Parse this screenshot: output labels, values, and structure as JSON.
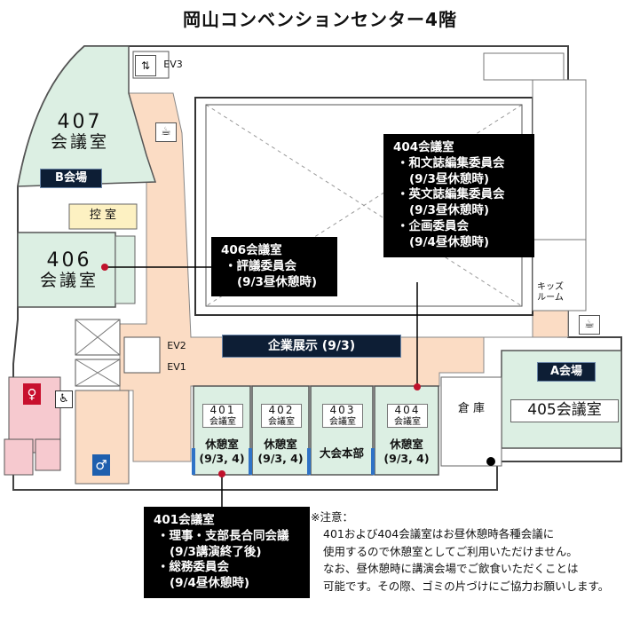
{
  "title": "岡山コンベンションセンター4階",
  "rooms": {
    "r407": {
      "line1": "407",
      "line2": "会議室",
      "hall_tag": "B会場"
    },
    "r406": {
      "line1": "406",
      "line2": "会議室"
    },
    "hikae": "控 室",
    "r405": {
      "label": "405会議室",
      "hall_tag": "A会場"
    },
    "r401": {
      "line1": "401",
      "line2": "会議室",
      "rest1": "休憩室",
      "rest2": "(9/3, 4)"
    },
    "r402": {
      "line1": "402",
      "line2": "会議室",
      "rest1": "休憩室",
      "rest2": "(9/3, 4)"
    },
    "r403": {
      "line1": "403",
      "line2": "会議室",
      "hq": "大会本部"
    },
    "r404": {
      "line1": "404",
      "line2": "会議室",
      "rest1": "休憩室",
      "rest2": "(9/3, 4)"
    },
    "souko": "倉 庫",
    "kids": {
      "line1": "キッズ",
      "line2": "ルーム"
    }
  },
  "elevators": {
    "ev1": "EV1",
    "ev2": "EV2",
    "ev3": "EV3"
  },
  "exhibit_tag": "企業展示 (9/3)",
  "callouts": {
    "c404": {
      "title": "404会議室",
      "lines": [
        "・和文誌編集委員会",
        "(9/3昼休憩時)",
        "・英文誌編集委員会",
        "(9/3昼休憩時)",
        "・企画委員会",
        "(9/4昼休憩時)"
      ]
    },
    "c406": {
      "title": "406会議室",
      "lines": [
        "・評議委員会",
        "(9/3昼休憩時)"
      ]
    },
    "c401": {
      "title": "401会議室",
      "lines": [
        "・理事・支部長合同会議",
        "(9/3講演終了後)",
        "・総務委員会",
        "(9/4昼休憩時)"
      ]
    }
  },
  "notes": {
    "heading": "※注意：",
    "lines": [
      "401および404会議室はお昼休憩時各種会議に",
      "使用するので休憩室としてご利用いただけません。",
      "なお、昼休憩時に講演会場でご飲食いただくことは",
      "可能です。その際、ゴミの片づけにご協力お願いします。"
    ]
  },
  "colors": {
    "meeting_room": "#dcefe3",
    "corridor": "#fbdcc4",
    "restroom": "#f6c9cf",
    "rest_marker": "#2f73c7",
    "callout_bg": "#000000",
    "tag_bg": "#0d1e35",
    "pin": "#c0122c"
  },
  "icons": [
    "wc-women-icon",
    "wc-men-icon",
    "wheelchair-icon",
    "coffee-icon",
    "elevator-icon"
  ]
}
